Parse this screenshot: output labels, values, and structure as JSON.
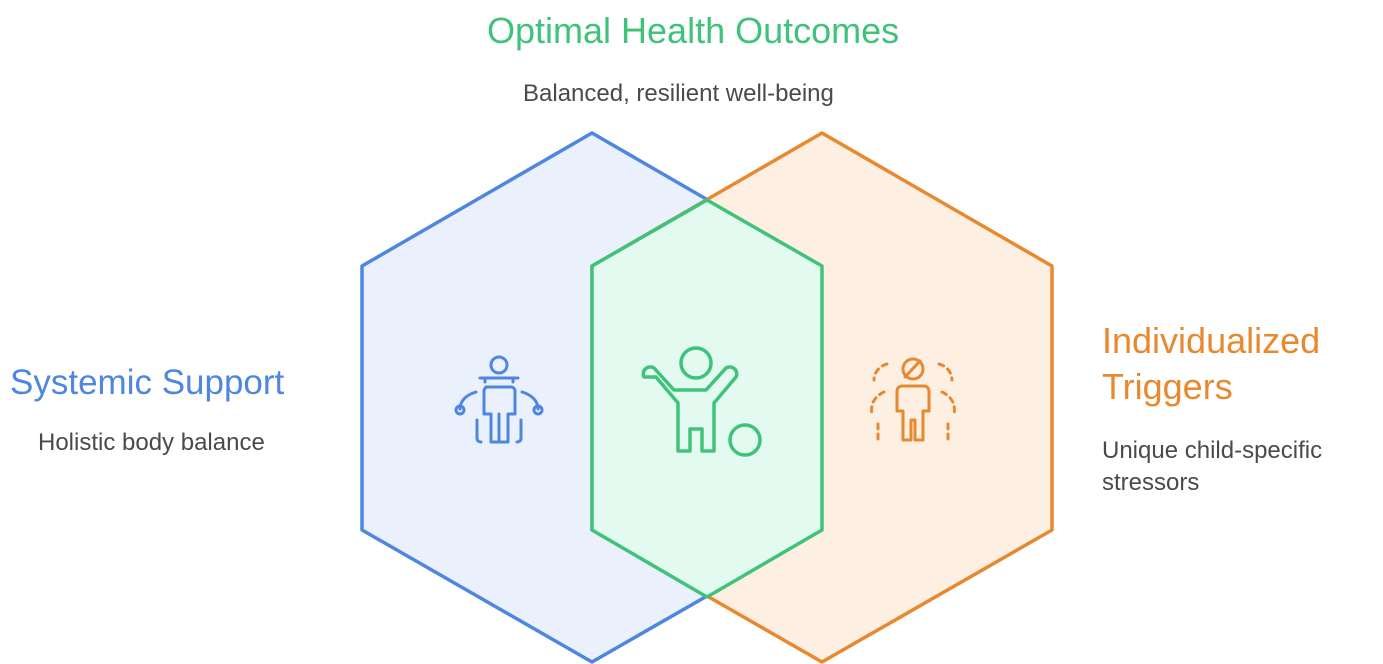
{
  "top": {
    "title": "Optimal Health Outcomes",
    "description": "Balanced, resilient well-being"
  },
  "left": {
    "title": "Systemic Support",
    "description": "Holistic body balance"
  },
  "right": {
    "title_line1": "Individualized",
    "title_line2": "Triggers",
    "description_line1": "Unique child-specific",
    "description_line2": "stressors"
  },
  "colors": {
    "blue": "#4f86e0",
    "blue_fill": "#eaf1fd",
    "orange": "#e8892f",
    "orange_fill": "#fdf0e3",
    "green": "#3fc27a",
    "green_fill": "#e3faf0"
  },
  "icons": {
    "left": "person-with-connections-icon",
    "center": "child-with-ball-icon",
    "right": "child-with-stress-icon"
  }
}
